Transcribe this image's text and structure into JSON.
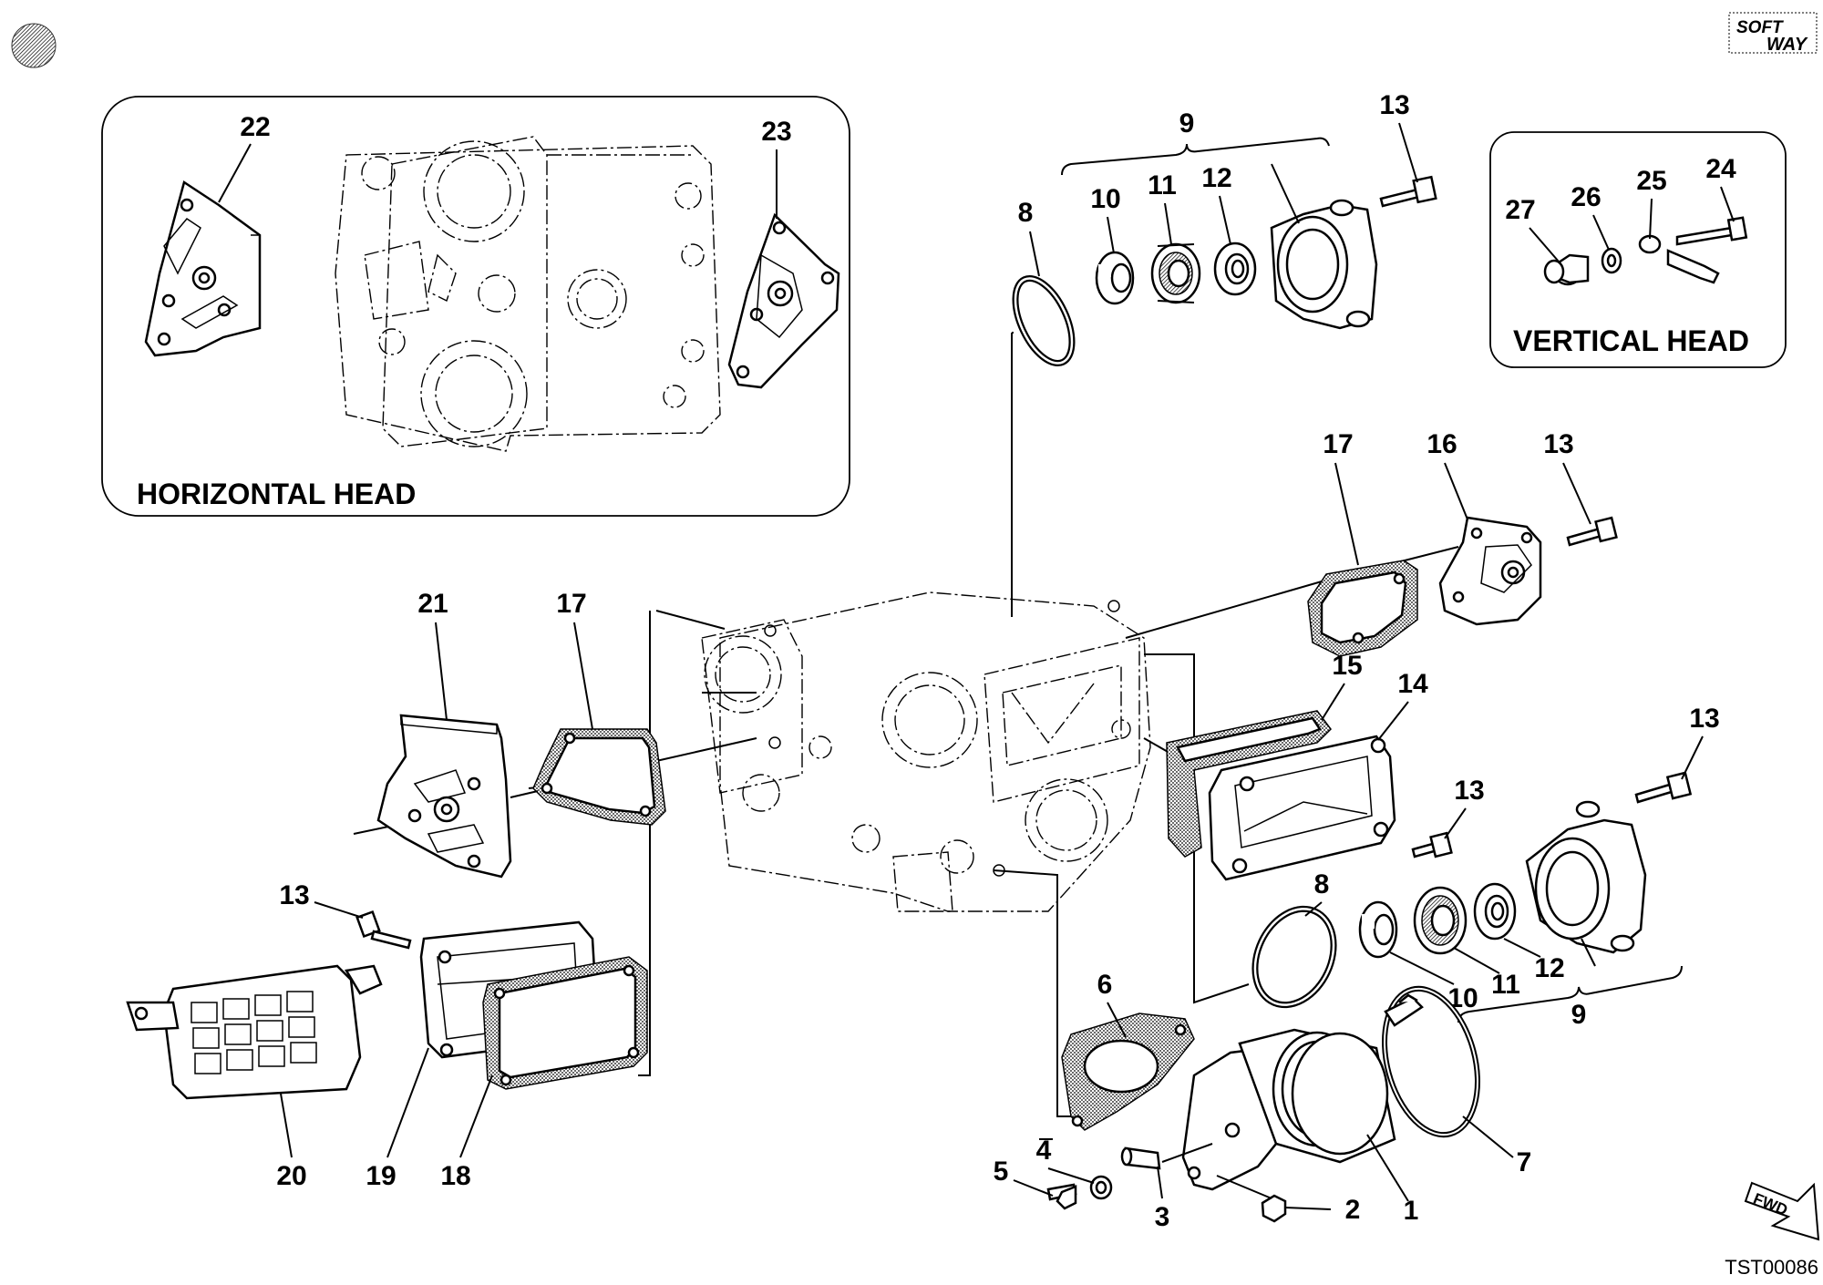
{
  "drawing": {
    "code": "TST00086",
    "logo_top": "SOFT",
    "logo_bottom": "WAY",
    "fwd_label": "FWD"
  },
  "insets": {
    "horizontal_head": {
      "title": "HORIZONTAL HEAD",
      "callouts": [
        "22",
        "23"
      ]
    },
    "vertical_head": {
      "title": "VERTICAL HEAD",
      "callouts": [
        "27",
        "26",
        "25",
        "24"
      ]
    }
  },
  "callouts": {
    "c1": "1",
    "c2": "2",
    "c3": "3",
    "c4": "4",
    "c5": "5",
    "c6": "6",
    "c7": "7",
    "c8a": "8",
    "c8b": "8",
    "c9a": "9",
    "c9b": "9",
    "c10a": "10",
    "c10b": "10",
    "c11a": "11",
    "c11b": "11",
    "c12a": "12",
    "c12b": "12",
    "c13a": "13",
    "c13b": "13",
    "c13c": "13",
    "c13d": "13",
    "c13e": "13",
    "c14": "14",
    "c15": "15",
    "c16": "16",
    "c17a": "17",
    "c17b": "17",
    "c18": "18",
    "c19": "19",
    "c20": "20",
    "c21": "21"
  }
}
